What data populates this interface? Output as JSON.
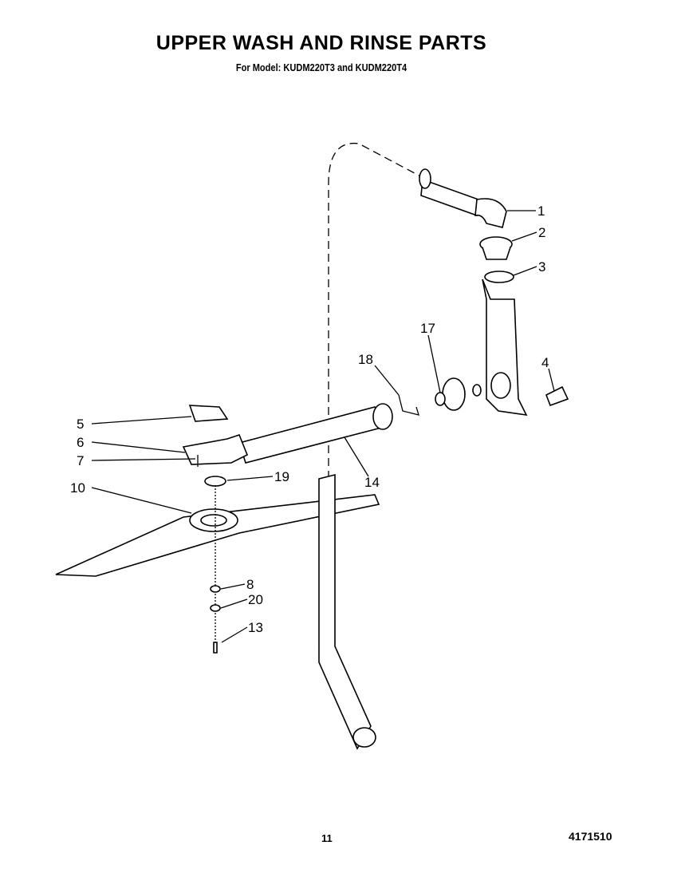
{
  "header": {
    "title": "UPPER WASH AND RINSE PARTS",
    "subtitle": "For Model: KUDM220T3 and KUDM220T4"
  },
  "callouts": {
    "c1": "1",
    "c2": "2",
    "c3": "3",
    "c4": "4",
    "c5": "5",
    "c6": "6",
    "c7": "7",
    "c8": "8",
    "c10": "10",
    "c13": "13",
    "c14": "14",
    "c17": "17",
    "c18": "18",
    "c19": "19",
    "c20": "20"
  },
  "footer": {
    "page_number": "11",
    "document_number": "4171510"
  }
}
